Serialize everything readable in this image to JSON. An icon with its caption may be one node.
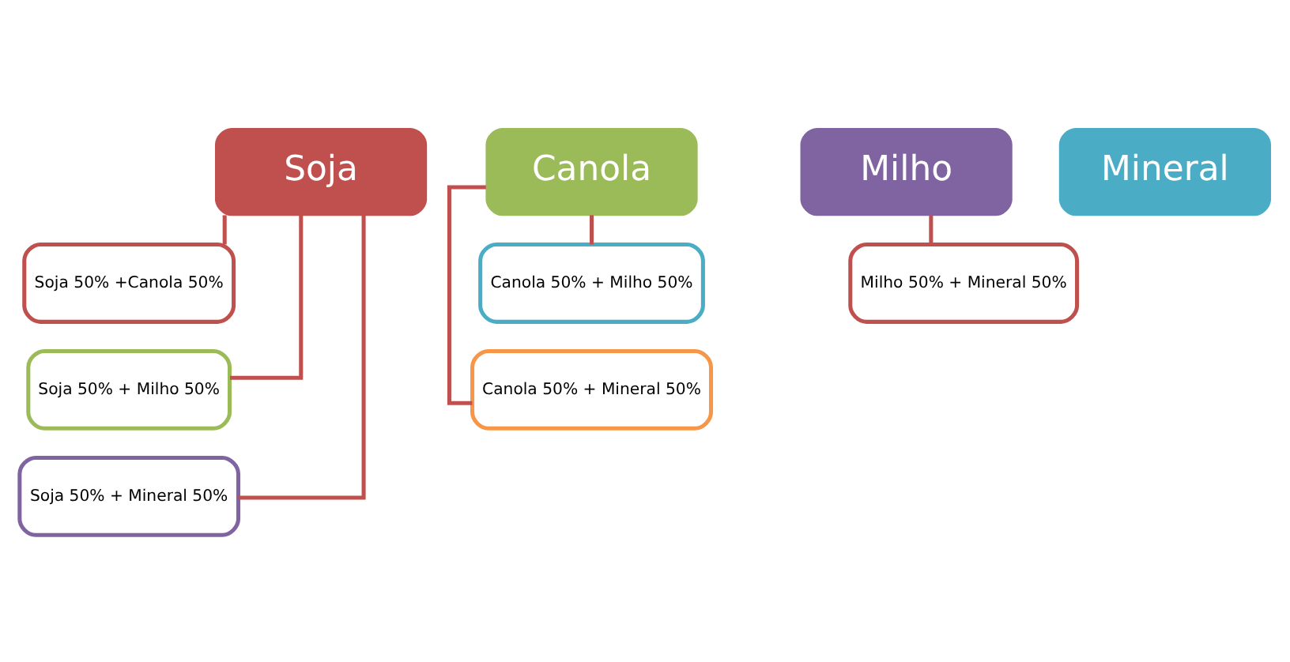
{
  "diagram": {
    "nodes": [
      {
        "text": [
          "Soja"
        ]
      },
      {
        "text": [
          "Canola"
        ]
      },
      {
        "text": [
          "Milho"
        ]
      },
      {
        "text": [
          "Mineral"
        ]
      },
      {
        "text": [
          "Soja 50% +Canola 50%"
        ]
      },
      {
        "text": [
          "Soja 50% + Milho 50%"
        ]
      },
      {
        "text": [
          "Soja 50% + Mineral 50%"
        ]
      },
      {
        "text": [
          "Canola 50% + Milho 50%"
        ]
      },
      {
        "text": [
          "Canola 50% + Mineral 50%"
        ]
      },
      {
        "text": [
          "Milho 50% + Mineral 50%"
        ]
      }
    ],
    "edges": [
      {
        "from": 0,
        "to": 4,
        "arrow": "none"
      },
      {
        "from": 0,
        "to": 5,
        "arrow": "none"
      },
      {
        "from": 0,
        "to": 6,
        "arrow": "none"
      },
      {
        "from": 1,
        "to": 7,
        "arrow": "none"
      },
      {
        "from": 1,
        "to": 8,
        "arrow": "none"
      },
      {
        "from": 2,
        "to": 9,
        "arrow": "none"
      }
    ]
  }
}
